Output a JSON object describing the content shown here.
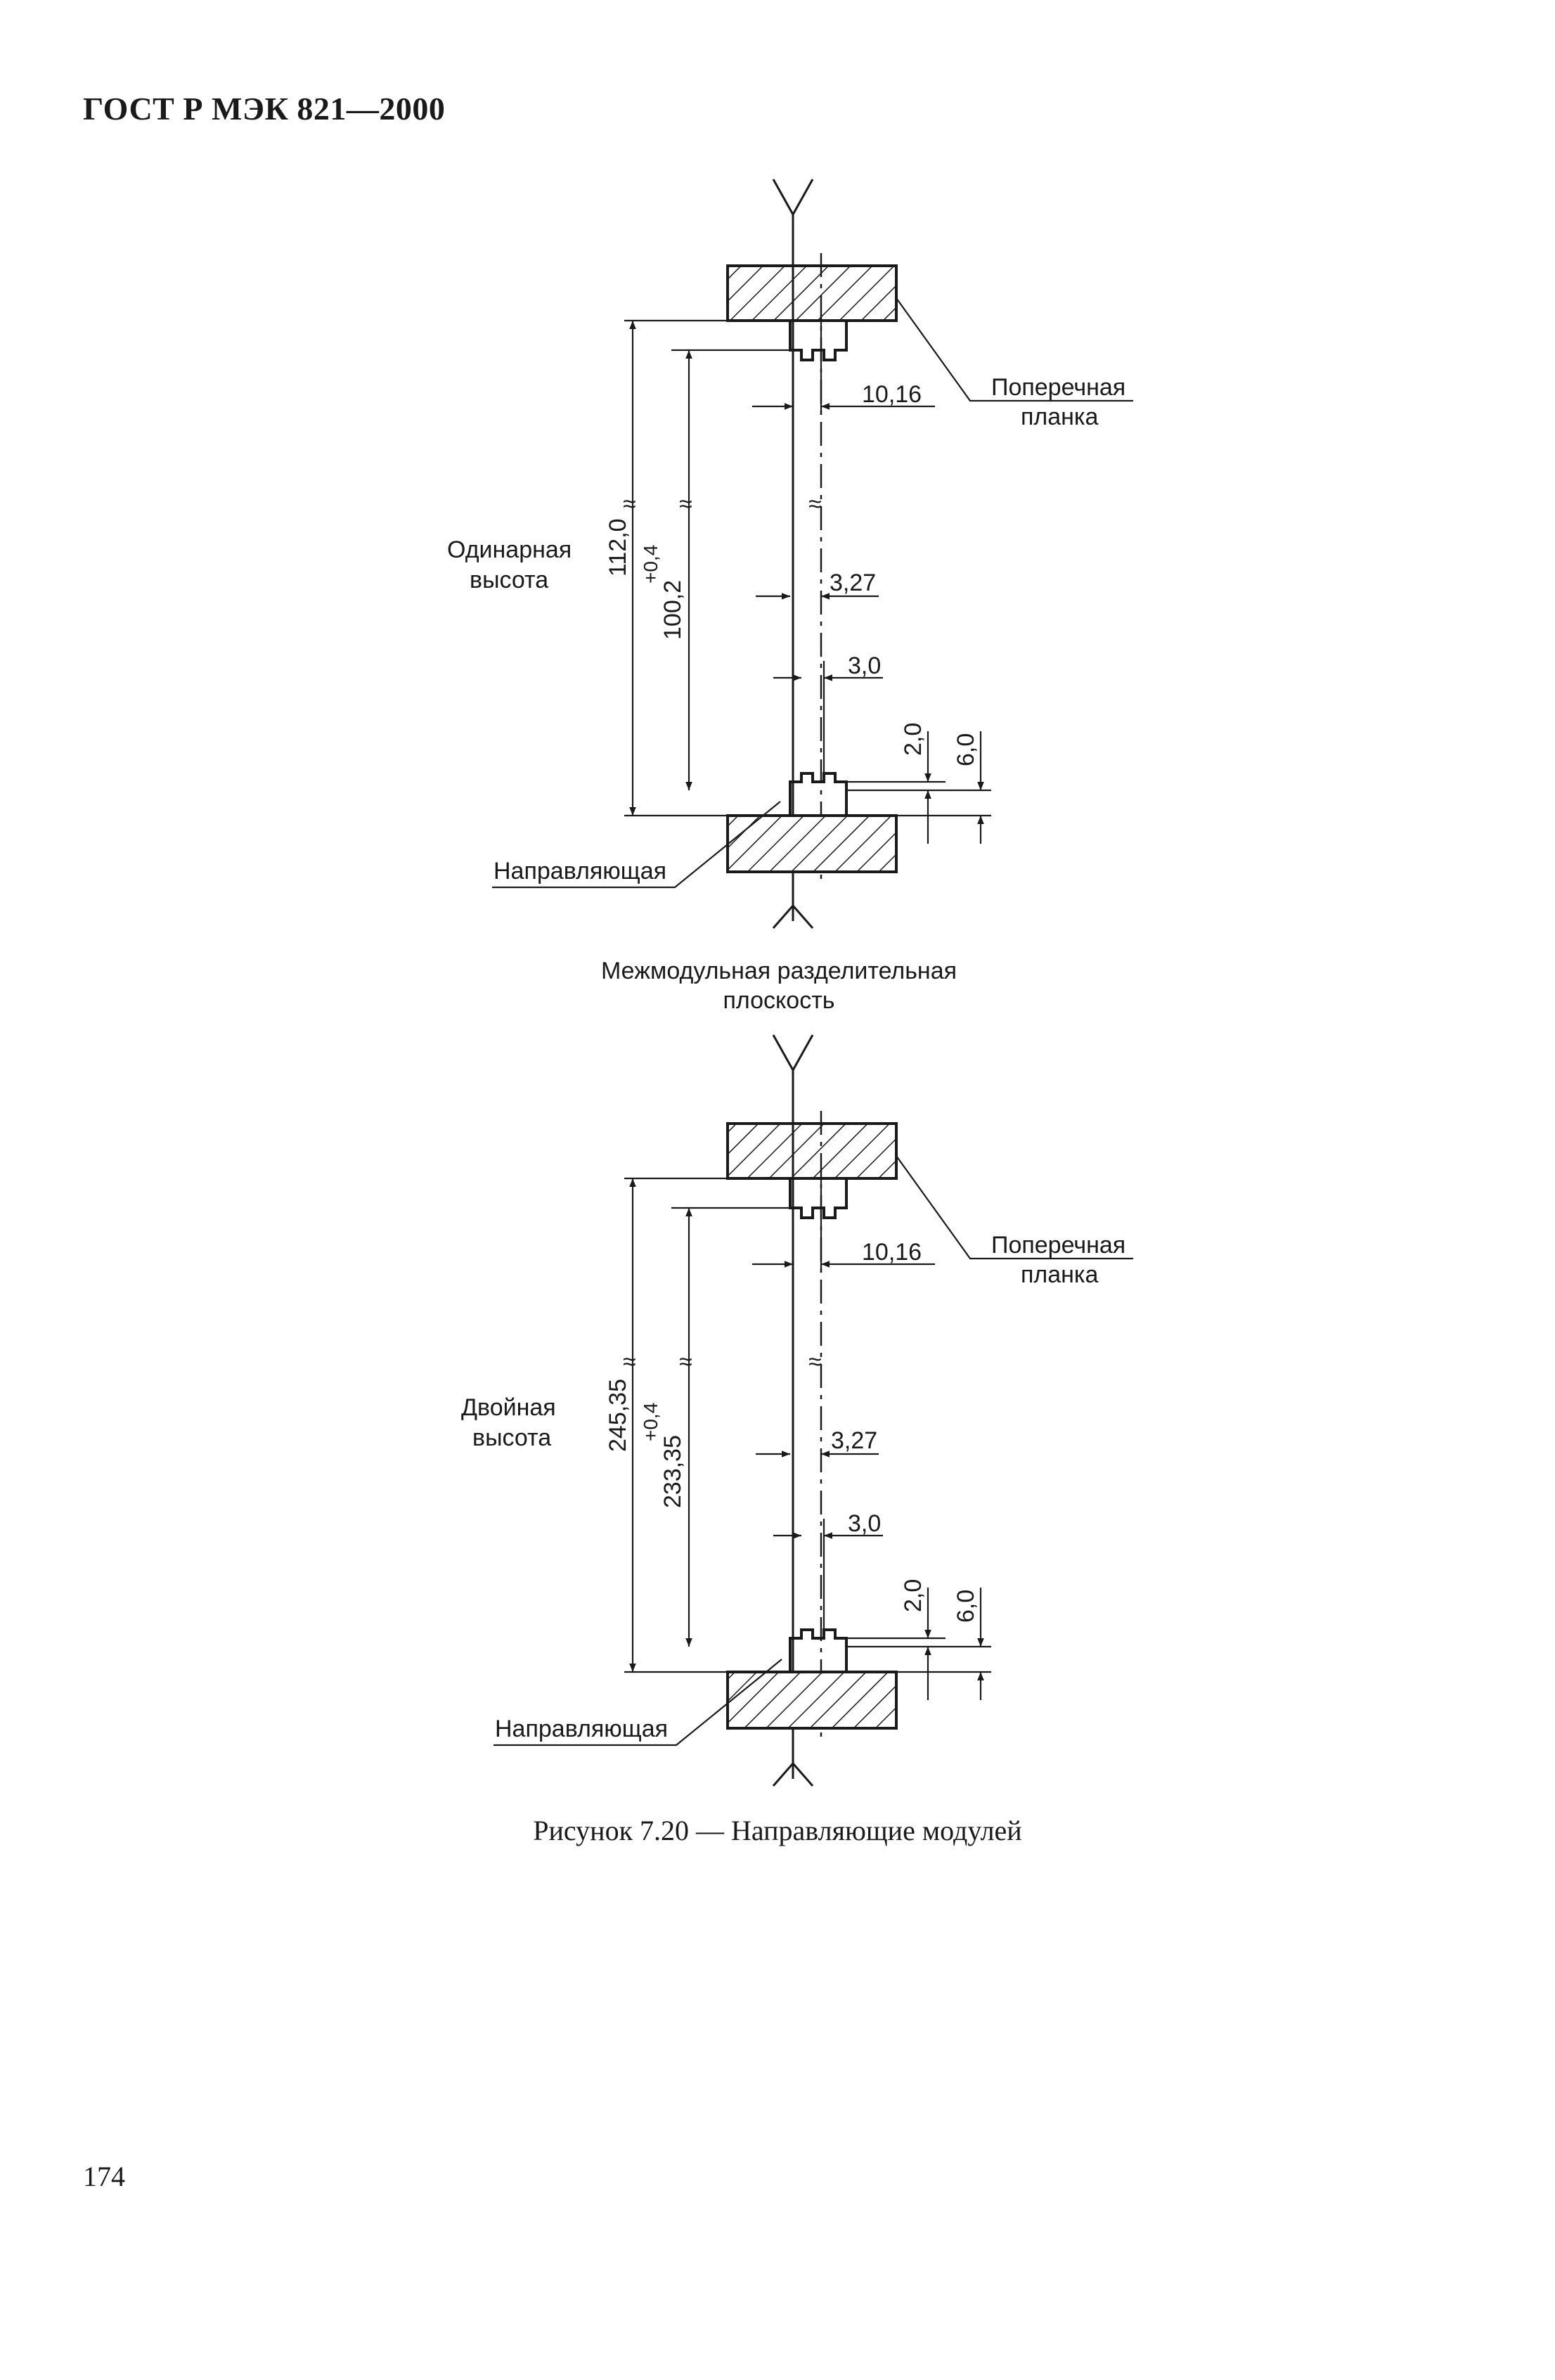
{
  "header": {
    "title": "ГОСТ Р МЭК 821—2000"
  },
  "figure": {
    "top": {
      "crossbar_label_1": "Поперечная",
      "crossbar_label_2": "планка",
      "height_label_1": "Одинарная",
      "height_label_2": "высота",
      "dim_outer": "112,0",
      "dim_inner": "100,2",
      "dim_inner_tol": "+0,4",
      "dim_pitch": "10,16",
      "dim_gap": "3,27",
      "dim_slot": "3,0",
      "dim_small": "2,0",
      "dim_large": "6,0",
      "guide_label": "Направляющая"
    },
    "separator_label_1": "Межмодульная разделительная",
    "separator_label_2": "плоскость",
    "bottom": {
      "crossbar_label_1": "Поперечная",
      "crossbar_label_2": "планка",
      "height_label_1": "Двойная",
      "height_label_2": "высота",
      "dim_outer": "245,35",
      "dim_inner": "233,35",
      "dim_inner_tol": "+0,4",
      "dim_pitch": "10,16",
      "dim_gap": "3,27",
      "dim_slot": "3,0",
      "dim_small": "2,0",
      "dim_large": "6,0",
      "guide_label": "Направляющая"
    }
  },
  "caption": "Рисунок 7.20 — Направляющие модулей",
  "page_number": "174"
}
